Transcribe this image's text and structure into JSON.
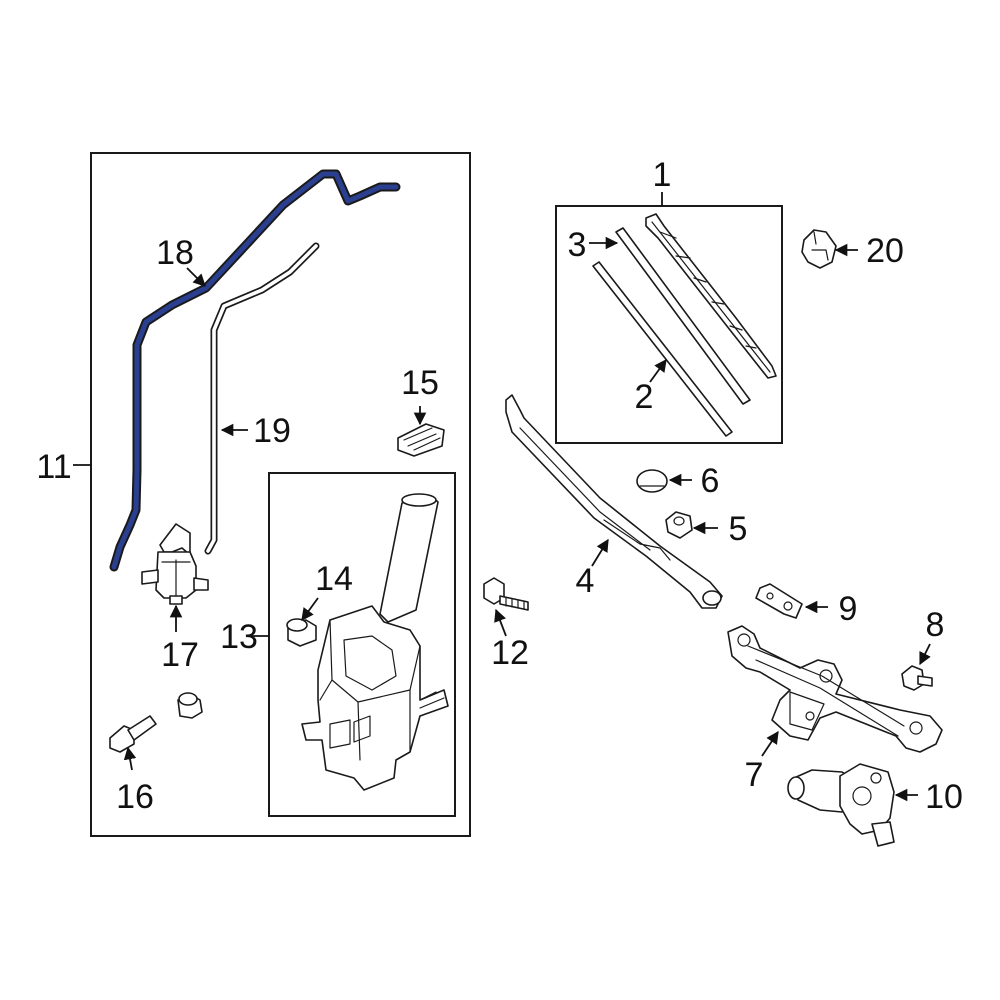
{
  "highlight_color": "#2a3f8f",
  "callouts": {
    "c1": "1",
    "c2": "2",
    "c3": "3",
    "c4": "4",
    "c5": "5",
    "c6": "6",
    "c7": "7",
    "c8": "8",
    "c9": "9",
    "c10": "10",
    "c11": "11",
    "c12": "12",
    "c13": "13",
    "c14": "14",
    "c15": "15",
    "c16": "16",
    "c17": "17",
    "c18": "18",
    "c19": "19",
    "c20": "20"
  },
  "highlighted_part": "18"
}
